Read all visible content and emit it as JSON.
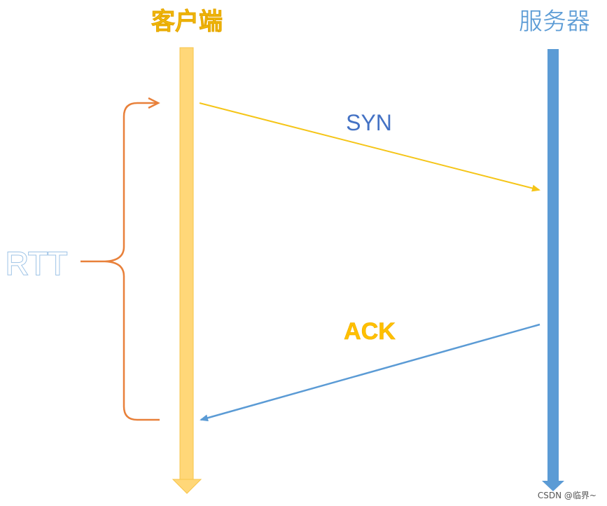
{
  "participants": {
    "client": {
      "label": "客户端",
      "color": "#ffd778"
    },
    "server": {
      "label": "服务器",
      "color": "#5b9bd5"
    }
  },
  "messages": [
    {
      "label": "SYN",
      "from": "client",
      "to": "server",
      "color": "#f5c518",
      "label_color": "#4472c4"
    },
    {
      "label": "ACK",
      "from": "server",
      "to": "client",
      "color": "#5b9bd5",
      "label_color": "#ffc000"
    }
  ],
  "rtt": {
    "label": "RTT",
    "brace_color": "#e8803a"
  },
  "watermark": "CSDN @临界~"
}
